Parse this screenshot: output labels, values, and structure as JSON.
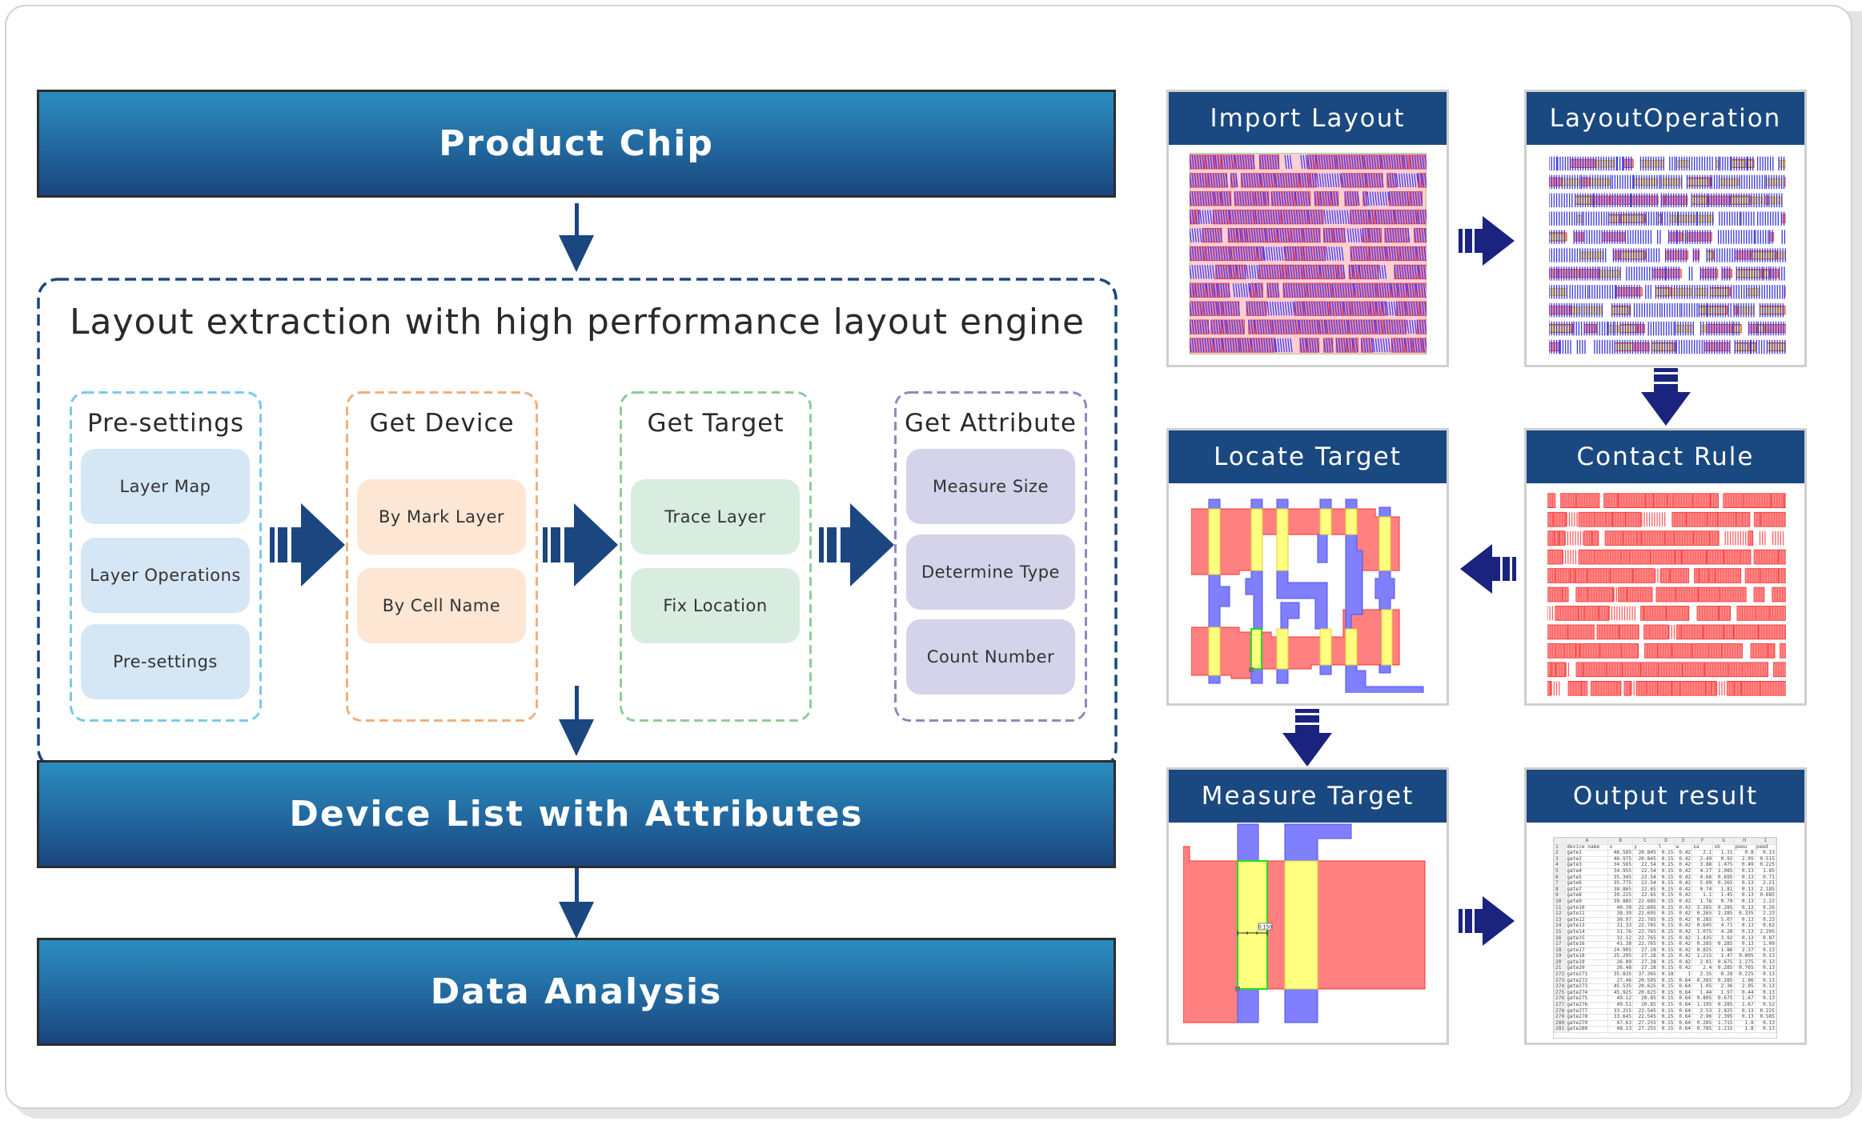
{
  "colors": {
    "dark_navy": "#1b4680",
    "panel_header": "#1a4880",
    "arrow_navy": "#1a237e",
    "presettings_border": "#7cc8ec",
    "presettings_fill": "#d5e6f5",
    "device_border": "#f0b07e",
    "device_fill": "#fde6d4",
    "target_border": "#8fcc9c",
    "target_fill": "#d8ecdf",
    "attribute_border": "#9486c0",
    "attribute_fill": "#d5d3ea",
    "layer_red": "#ff8080",
    "layer_blue": "#8080ff",
    "layer_yellow": "#ffff80",
    "selection_green": "#22dd22"
  },
  "left_flow": {
    "product_chip": "Product Chip",
    "extraction_title": "Layout extraction with high performance layout engine",
    "stages": [
      {
        "title": "Pre-settings",
        "items": [
          "Layer Map",
          "Layer Operations",
          "Pre-settings"
        ]
      },
      {
        "title": "Get Device",
        "items": [
          "By Mark Layer",
          "By Cell Name"
        ]
      },
      {
        "title": "Get Target",
        "items": [
          "Trace Layer",
          "Fix Location"
        ]
      },
      {
        "title": "Get Attribute",
        "items": [
          "Measure Size",
          "Determine Type",
          "Count Number"
        ]
      }
    ],
    "device_list": "Device List with Attributes",
    "data_analysis": "Data Analysis"
  },
  "right_flow": {
    "panels": [
      {
        "id": "import-layout",
        "title": "Import Layout"
      },
      {
        "id": "layout-operation",
        "title": "LayoutOperation"
      },
      {
        "id": "contact-rule",
        "title": "Contact Rule"
      },
      {
        "id": "locate-target",
        "title": "Locate Target"
      },
      {
        "id": "measure-target",
        "title": "Measure Target"
      },
      {
        "id": "output-result",
        "title": "Output result"
      }
    ],
    "measure_label": "0.150",
    "output_sheet": {
      "columns": [
        "A",
        "B",
        "C",
        "D",
        "E",
        "F",
        "G",
        "H",
        "I"
      ],
      "header": [
        "device name",
        "x",
        "y",
        "l",
        "w",
        "sa",
        "sb",
        "peeu",
        "peed"
      ],
      "rows": [
        [
          "2",
          "gate1",
          "46.585",
          "20.845",
          "0.15",
          "0.42",
          "2.1",
          "1.31",
          "0.8",
          "0.13"
        ],
        [
          "3",
          "gate2",
          "46.975",
          "20.845",
          "0.15",
          "0.42",
          "2.49",
          "0.92",
          "2.05",
          "0.515"
        ],
        [
          "4",
          "gate3",
          "34.565",
          "22.54",
          "0.15",
          "0.42",
          "3.88",
          "1.475",
          "0.49",
          "0.225"
        ],
        [
          "5",
          "gate4",
          "34.955",
          "22.54",
          "0.15",
          "0.42",
          "4.27",
          "1.085",
          "0.13",
          "1.85"
        ],
        [
          "6",
          "gate5",
          "35.345",
          "22.54",
          "0.15",
          "0.42",
          "4.66",
          "0.695",
          "0.13",
          "0.71"
        ],
        [
          "7",
          "gate6",
          "35.775",
          "22.54",
          "0.15",
          "0.42",
          "5.09",
          "0.265",
          "0.13",
          "2.21"
        ],
        [
          "8",
          "gate7",
          "38.865",
          "22.65",
          "0.15",
          "0.42",
          "0.74",
          "1.81",
          "0.13",
          "2.185"
        ],
        [
          "9",
          "gate8",
          "39.225",
          "22.65",
          "0.15",
          "0.42",
          "1.1",
          "1.45",
          "0.13",
          "0.685"
        ],
        [
          "10",
          "gate9",
          "39.885",
          "22.685",
          "0.15",
          "0.42",
          "1.76",
          "0.79",
          "0.13",
          "2.22"
        ],
        [
          "11",
          "gate10",
          "40.39",
          "22.685",
          "0.15",
          "0.42",
          "2.265",
          "0.285",
          "0.13",
          "0.26"
        ],
        [
          "12",
          "gate11",
          "38.39",
          "22.695",
          "0.15",
          "0.42",
          "0.265",
          "2.285",
          "0.335",
          "2.23"
        ],
        [
          "13",
          "gate12",
          "30.97",
          "22.765",
          "0.15",
          "0.42",
          "0.285",
          "5.07",
          "0.13",
          "0.23"
        ],
        [
          "14",
          "gate13",
          "31.33",
          "22.765",
          "0.15",
          "0.42",
          "0.645",
          "4.71",
          "0.13",
          "0.62"
        ],
        [
          "15",
          "gate14",
          "31.76",
          "22.765",
          "0.15",
          "0.42",
          "1.075",
          "4.28",
          "0.13",
          "2.205"
        ],
        [
          "16",
          "gate15",
          "32.12",
          "22.765",
          "0.15",
          "0.42",
          "1.435",
          "3.92",
          "0.13",
          "0.87"
        ],
        [
          "17",
          "gate16",
          "41.38",
          "22.765",
          "0.15",
          "0.42",
          "0.285",
          "0.285",
          "0.13",
          "1.09"
        ],
        [
          "18",
          "gate17",
          "24.905",
          "27.28",
          "0.15",
          "0.42",
          "0.825",
          "1.86",
          "2.37",
          "0.13"
        ],
        [
          "19",
          "gate18",
          "25.295",
          "27.28",
          "0.15",
          "0.42",
          "1.215",
          "1.47",
          "0.805",
          "0.13"
        ],
        [
          "20",
          "gate19",
          "26.09",
          "27.28",
          "0.15",
          "0.42",
          "2.01",
          "0.675",
          "2.275",
          "0.13"
        ],
        [
          "21",
          "gate20",
          "26.48",
          "27.28",
          "0.15",
          "0.42",
          "2.4",
          "0.285",
          "0.765",
          "0.13"
        ],
        [
          "272",
          "gate271",
          "35.835",
          "37.365",
          "0.18",
          "1",
          "2.35",
          "0.28",
          "0.225",
          "0.13"
        ],
        [
          "273",
          "gate272",
          "27.46",
          "20.595",
          "0.15",
          "0.64",
          "0.265",
          "0.285",
          "1.96",
          "0.13"
        ],
        [
          "274",
          "gate273",
          "45.535",
          "20.625",
          "0.15",
          "0.64",
          "1.05",
          "2.36",
          "2.05",
          "0.13"
        ],
        [
          "275",
          "gate274",
          "45.925",
          "20.625",
          "0.15",
          "0.64",
          "1.44",
          "1.97",
          "0.44",
          "0.13"
        ],
        [
          "276",
          "gate275",
          "49.12",
          "20.85",
          "0.15",
          "0.64",
          "0.805",
          "0.675",
          "1.67",
          "0.13"
        ],
        [
          "277",
          "gate276",
          "49.51",
          "20.85",
          "0.15",
          "0.64",
          "1.195",
          "0.285",
          "1.67",
          "0.52"
        ],
        [
          "278",
          "gate277",
          "33.215",
          "22.545",
          "0.15",
          "0.64",
          "2.53",
          "2.825",
          "0.13",
          "0.225"
        ],
        [
          "279",
          "gate278",
          "33.645",
          "22.545",
          "0.15",
          "0.64",
          "2.96",
          "2.395",
          "0.13",
          "0.585"
        ],
        [
          "280",
          "gate279",
          "47.63",
          "27.255",
          "0.15",
          "0.64",
          "0.285",
          "1.715",
          "1.8",
          "0.13"
        ],
        [
          "281",
          "gate280",
          "48.13",
          "27.255",
          "0.15",
          "0.64",
          "0.785",
          "1.215",
          "1.8",
          "0.13"
        ]
      ]
    }
  },
  "icons": {
    "flow_arrow_down": "arrow-down-icon",
    "step_arrow_right": "double-arrow-right-icon",
    "step_arrow_left": "double-arrow-left-icon",
    "step_arrow_down": "double-arrow-down-icon"
  }
}
